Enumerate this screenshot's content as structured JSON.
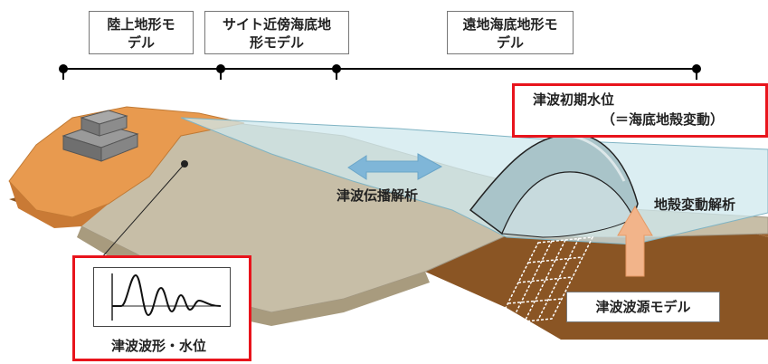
{
  "timeline": {
    "land_model": "陸上地形モ\nデル",
    "near_site_model": "サイト近傍海底地\n形モデル",
    "far_model": "遠地海底地形モ\nデル"
  },
  "labels": {
    "initial_water_level": "津波初期水位",
    "seabed_deformation": "（＝海底地殻変動）",
    "propagation_analysis": "津波伝播解析",
    "crust_deformation_analysis": "地殻変動解析",
    "source_model": "津波波源モデル",
    "waveform_level": "津波波形・水位"
  },
  "colors": {
    "land": "#e89a4f",
    "sea_surface": "#cfe8ee",
    "seabed": "#8a5524",
    "highlight": "#e8141c"
  }
}
